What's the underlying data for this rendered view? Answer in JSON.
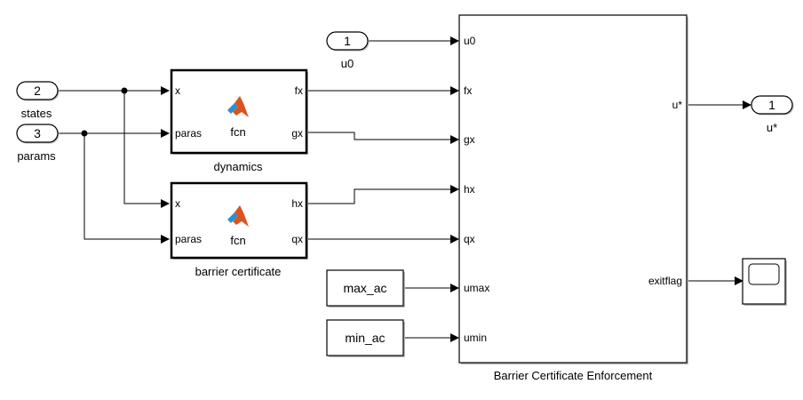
{
  "inports": [
    {
      "number": "2",
      "label": "states"
    },
    {
      "number": "3",
      "label": "params"
    },
    {
      "number": "1",
      "label": "u0"
    }
  ],
  "outport": {
    "number": "1",
    "label": "u*"
  },
  "dynamics_block": {
    "name": "dynamics",
    "function": "fcn",
    "inputs": [
      "x",
      "paras"
    ],
    "outputs": [
      "fx",
      "gx"
    ]
  },
  "barrier_block": {
    "name": "barrier certificate",
    "function": "fcn",
    "inputs": [
      "x",
      "paras"
    ],
    "outputs": [
      "hx",
      "qx"
    ]
  },
  "constants": [
    {
      "value": "max_ac"
    },
    {
      "value": "min_ac"
    }
  ],
  "enforcement_block": {
    "name": "Barrier Certificate Enforcement",
    "inputs": [
      "u0",
      "fx",
      "gx",
      "hx",
      "qx",
      "umax",
      "umin"
    ],
    "outputs": [
      "u*",
      "exitflag"
    ]
  },
  "scope": {
    "icon": "scope-icon"
  },
  "colors": {
    "matlab_logo_orange": "#d9541e",
    "matlab_logo_blue": "#2f8fd0"
  }
}
